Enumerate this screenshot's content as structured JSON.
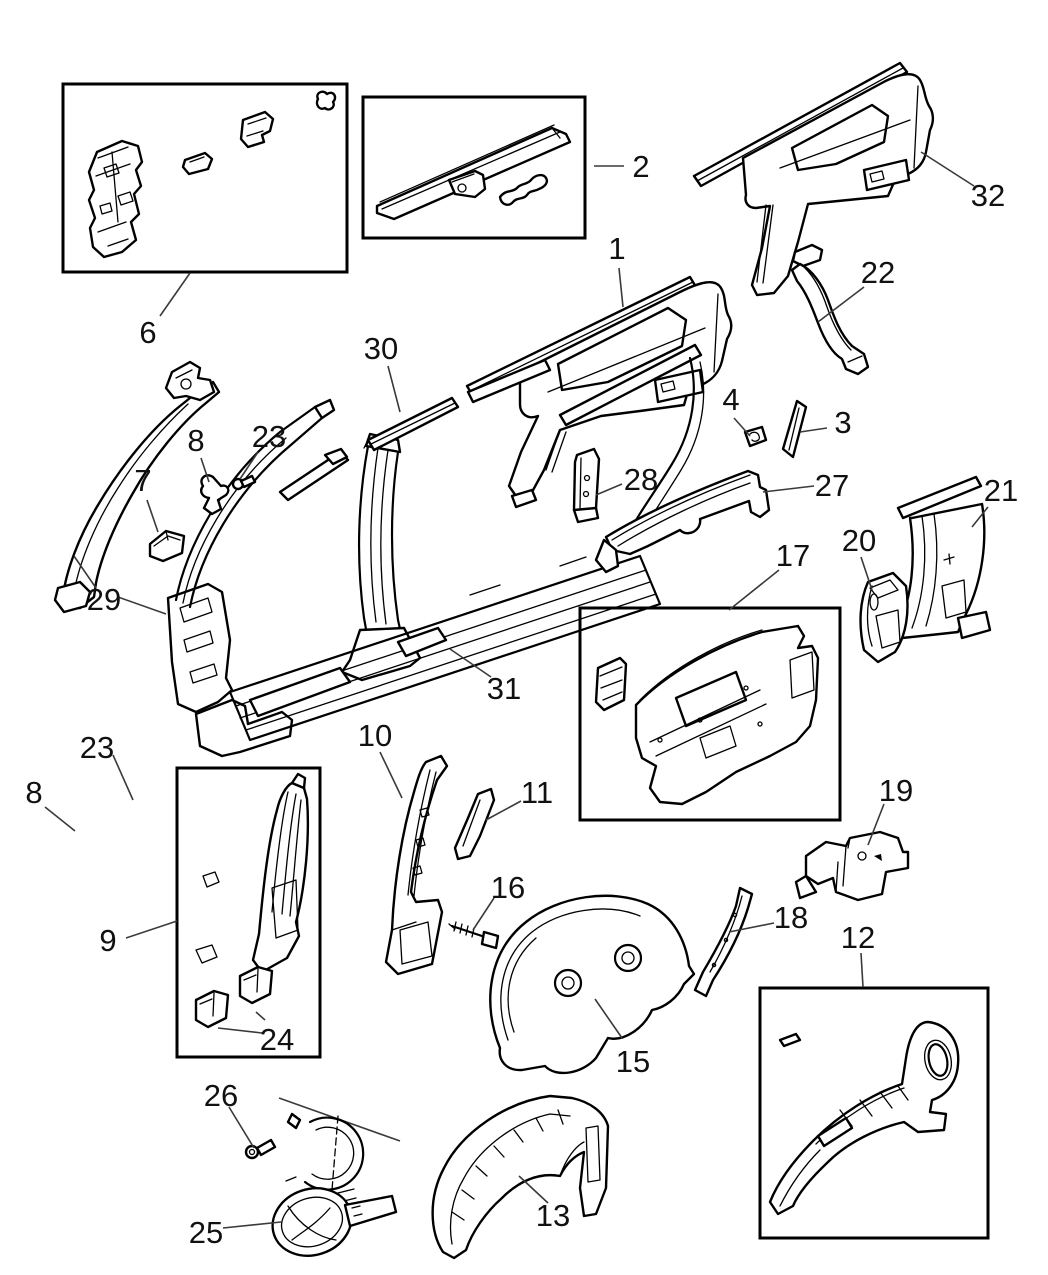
{
  "diagram": {
    "background_color": "#ffffff",
    "line_color": "#000000",
    "label_color": "#111111",
    "callouts": [
      {
        "label": "1"
      },
      {
        "label": "2"
      },
      {
        "label": "3"
      },
      {
        "label": "4"
      },
      {
        "label": "6"
      },
      {
        "label": "7"
      },
      {
        "label": "8"
      },
      {
        "label": "8"
      },
      {
        "label": "9"
      },
      {
        "label": "10"
      },
      {
        "label": "11"
      },
      {
        "label": "12"
      },
      {
        "label": "13"
      },
      {
        "label": "15"
      },
      {
        "label": "16"
      },
      {
        "label": "17"
      },
      {
        "label": "18"
      },
      {
        "label": "19"
      },
      {
        "label": "20"
      },
      {
        "label": "21"
      },
      {
        "label": "22"
      },
      {
        "label": "23"
      },
      {
        "label": "23"
      },
      {
        "label": "24"
      },
      {
        "label": "25"
      },
      {
        "label": "26"
      },
      {
        "label": "27"
      },
      {
        "label": "28"
      },
      {
        "label": "29"
      },
      {
        "label": "30"
      },
      {
        "label": "31"
      },
      {
        "label": "32"
      }
    ]
  }
}
